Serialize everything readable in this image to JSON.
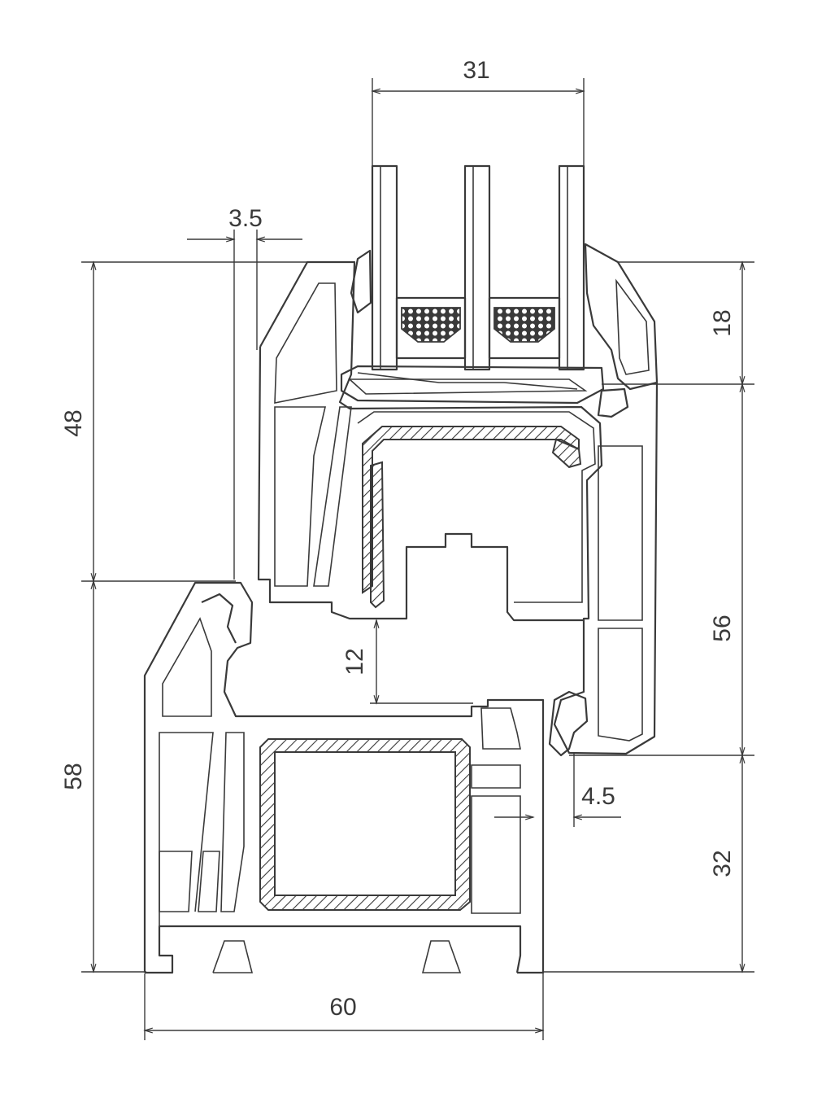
{
  "dimensions": {
    "glazing_width": "31",
    "gasket_offset": "3.5",
    "sash_height": "48",
    "frame_height": "58",
    "glass_rebate": "18",
    "sash_rebate": "56",
    "frame_rebate": "32",
    "rebate_gap": "12",
    "overlap": "4.5",
    "frame_depth": "60"
  },
  "colors": {
    "line": "#3a3a3a",
    "background": "#ffffff"
  }
}
